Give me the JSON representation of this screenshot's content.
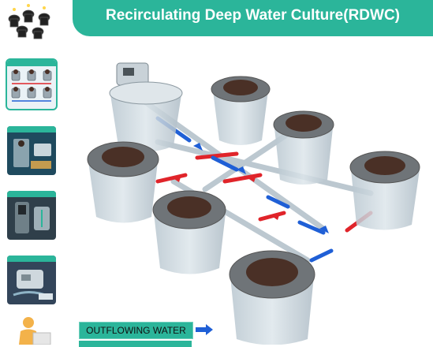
{
  "header": {
    "title": "Recirculating Deep Water Culture(RDWC)"
  },
  "gallery": {
    "selected_index": 0,
    "thumbnails": [
      {
        "name": "thumb-system-overview"
      },
      {
        "name": "thumb-top-drip-system"
      },
      {
        "name": "thumb-water-level-gauge"
      },
      {
        "name": "thumb-control-box"
      }
    ]
  },
  "legend": {
    "outflowing_label": "OUTFLOWING WATER",
    "outflowing_color": "#1f5fd6",
    "inflowing_color": "#e0242a"
  },
  "colors": {
    "accent": "#2bb59a"
  }
}
